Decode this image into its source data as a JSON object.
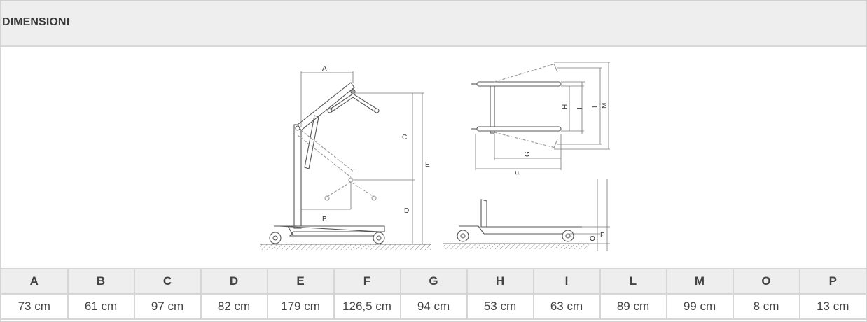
{
  "section": {
    "title": "DIMENSIONI"
  },
  "diagram": {
    "side_view_labels": [
      "A",
      "B",
      "C",
      "D",
      "E"
    ],
    "top_view_labels": [
      "F",
      "G",
      "H",
      "I",
      "L",
      "M"
    ],
    "base_view_labels": [
      "O",
      "P"
    ]
  },
  "table": {
    "headers": [
      "A",
      "B",
      "C",
      "D",
      "E",
      "F",
      "G",
      "H",
      "I",
      "L",
      "M",
      "O",
      "P"
    ],
    "values": [
      "73 cm",
      "61 cm",
      "97 cm",
      "82 cm",
      "179 cm",
      "126,5 cm",
      "94 cm",
      "53 cm",
      "63 cm",
      "89 cm",
      "99 cm",
      "8 cm",
      "13 cm"
    ]
  }
}
